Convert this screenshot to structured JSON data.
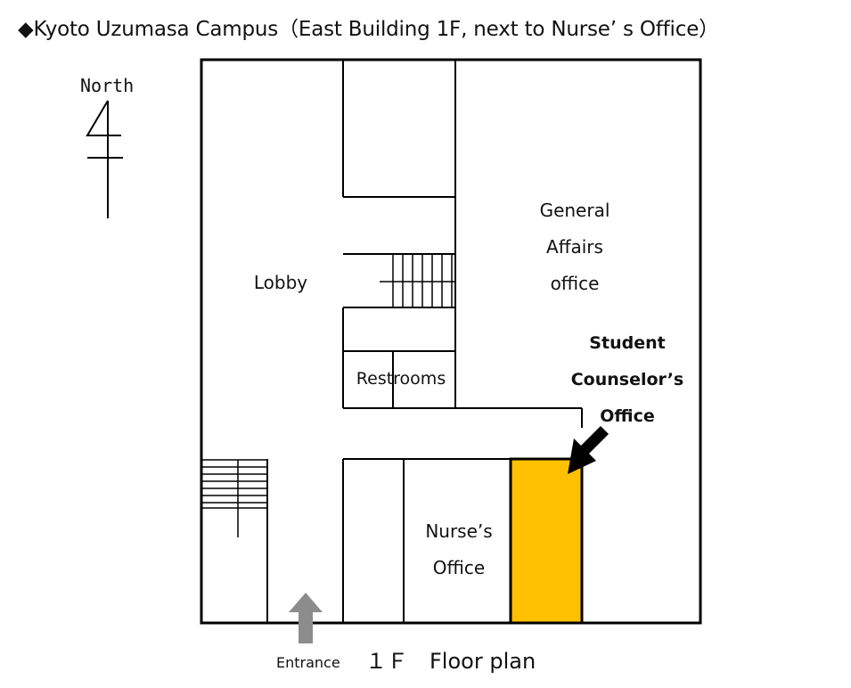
{
  "title": "◆Kyoto Uzumasa Campus（East Building 1F, next to Nurse’ s Office）",
  "compass": {
    "label": "North",
    "symbol": "4"
  },
  "rooms": {
    "lobby": "Lobby",
    "general_affairs": [
      "General",
      "Affairs",
      "office"
    ],
    "restrooms": "Restrooms",
    "student_counselor": [
      "Student",
      "Counselor’s",
      "Office"
    ],
    "nurse": [
      "Nurse’s",
      "Office"
    ]
  },
  "entrance": "Entrance",
  "floor_label": "１Ｆ　Floor plan",
  "colors": {
    "highlight": "#FFC000",
    "arrow_gray": "#8C8C8C",
    "line": "#000000"
  },
  "icons": {
    "pointer": "arrow-pointer-icon",
    "entrance": "arrow-up-icon"
  }
}
